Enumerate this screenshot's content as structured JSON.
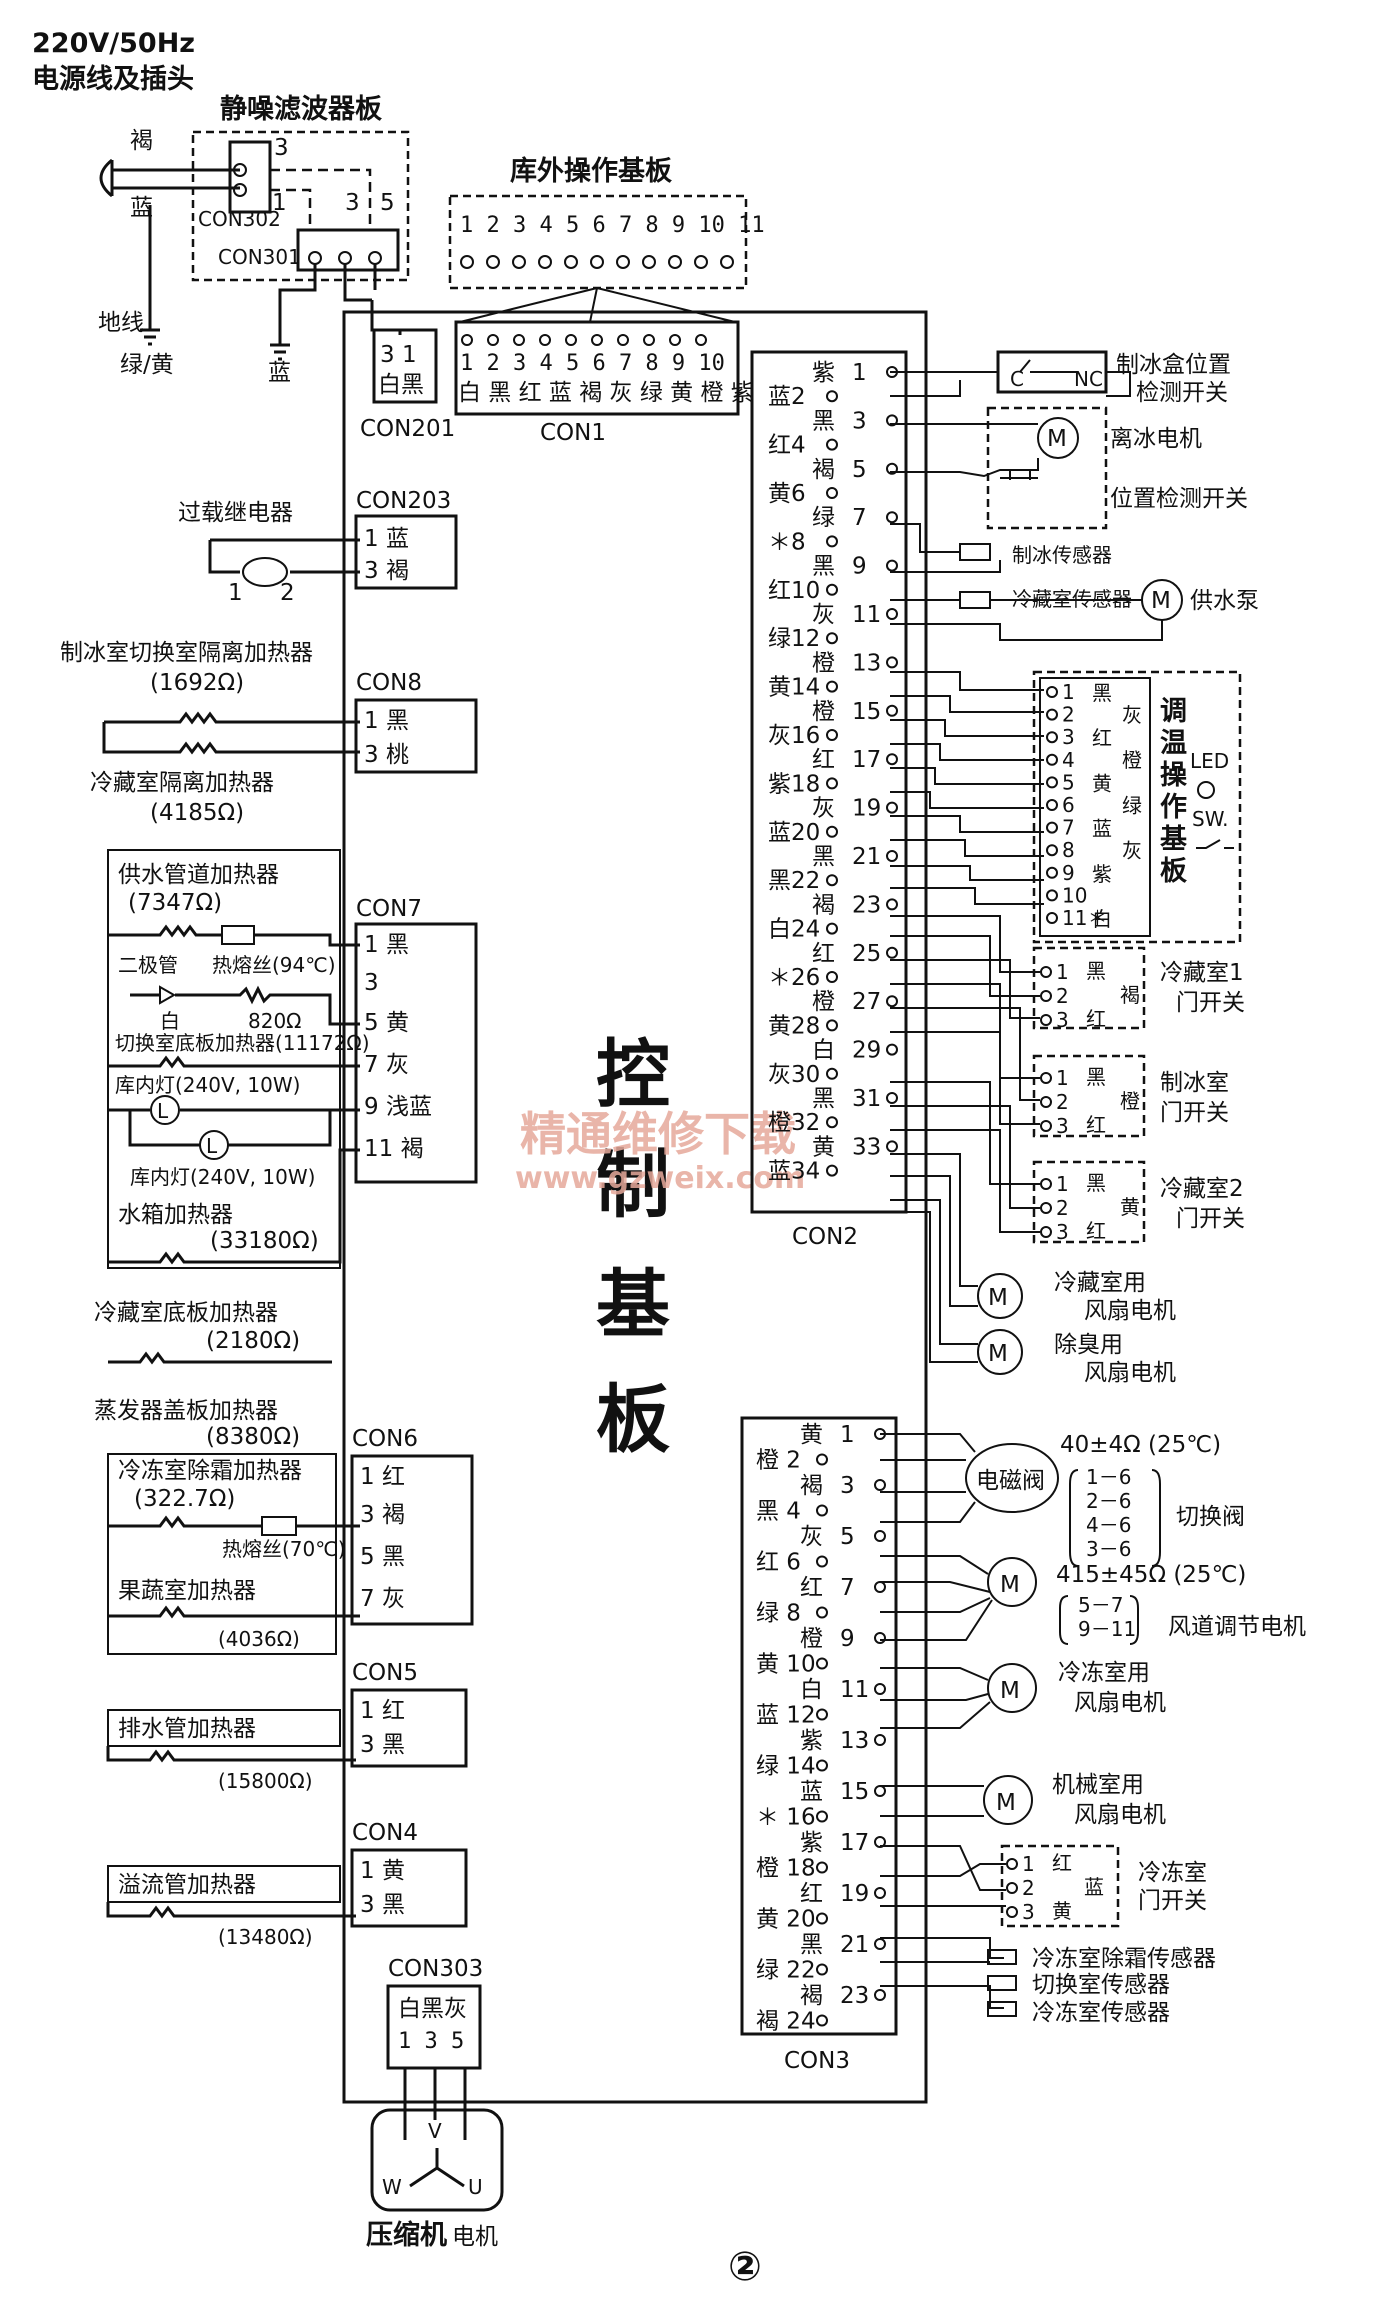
{
  "power": {
    "spec": "220V/50Hz",
    "label": "电源线及插头",
    "brown": "褐",
    "blue": "蓝",
    "ground": "地线",
    "ground_color": "绿/黄",
    "blue2": "蓝"
  },
  "filter": {
    "title": "静噪滤波器板",
    "con302": "CON302",
    "con301": "CON301",
    "pin3": "3",
    "pin1": "1",
    "pin3b": "3",
    "pin5": "5"
  },
  "outer_panel": {
    "title": "库外操作基板",
    "pins": "1 2 3 4 5 6 7 8 9 10 11"
  },
  "con1": {
    "name": "CON1",
    "pins": "1 2 3 4 5 6 7 8 9 10",
    "colors": "白 黑 红 蓝 褐 灰 绿 黄 橙 紫"
  },
  "con201": {
    "name": "CON201",
    "pins": "3 1",
    "colors": "白黑"
  },
  "con203": {
    "name": "CON203",
    "label": "过载继电器",
    "p1": "1 蓝",
    "p3": "3 褐",
    "t1": "1",
    "t2": "2"
  },
  "con8": {
    "name": "CON8",
    "h1": "制冰室切换室隔离加热器",
    "h1r": "(1692Ω)",
    "h2": "冷藏室隔离加热器",
    "h2r": "(4185Ω)",
    "p1": "1 黑",
    "p3": "3 桃"
  },
  "con7": {
    "name": "CON7",
    "supply": "供水管道加热器",
    "supply_r": "(7347Ω)",
    "diode": "二极管",
    "fuse": "热熔丝(94℃)",
    "white": "白",
    "r820": "820Ω",
    "switch_heater": "切换室底板加热器(11172Ω)",
    "lamp1": "库内灯(240V, 10W)",
    "lamp2": "库内灯(240V, 10W)",
    "tank": "水箱加热器",
    "tank_r": "(33180Ω)",
    "p1": "1 黑",
    "p3": "3",
    "p5": "5 黄",
    "p7": "7 灰",
    "p9": "9 浅蓝",
    "p11": "11 褐",
    "L": "L"
  },
  "con6": {
    "name": "CON6",
    "h1": "冷藏室底板加热器",
    "h1r": "(2180Ω)",
    "h2": "蒸发器盖板加热器",
    "h2r": "(8380Ω)",
    "h3": "冷冻室除霜加热器",
    "h3r": "(322.7Ω)",
    "fuse": "热熔丝(70℃)",
    "h4": "果蔬室加热器",
    "h4r": "(4036Ω)",
    "p1": "1 红",
    "p3": "3 褐",
    "p5": "5 黑",
    "p7": "7 灰"
  },
  "con5": {
    "name": "CON5",
    "h": "排水管加热器",
    "hr": "(15800Ω)",
    "p1": "1 红",
    "p3": "3 黑"
  },
  "con4": {
    "name": "CON4",
    "h": "溢流管加热器",
    "hr": "(13480Ω)",
    "p1": "1 黄",
    "p3": "3 黑"
  },
  "con303": {
    "name": "CON303",
    "colors": "白黑灰",
    "pins": "1 3 5",
    "V": "V",
    "W": "W",
    "U": "U",
    "motor": "压缩机",
    "motor2": "电机"
  },
  "board": {
    "c1": "控",
    "c2": "制",
    "c3": "基",
    "c4": "板"
  },
  "watermark": {
    "cn": "精通维修下载",
    "url": "www.gzweix.com"
  },
  "con2": {
    "name": "CON2",
    "left": [
      {
        "n": "2",
        "c": "蓝"
      },
      {
        "n": "4",
        "c": "红"
      },
      {
        "n": "6",
        "c": "黄"
      },
      {
        "n": "8",
        "c": "＊"
      },
      {
        "n": "10",
        "c": "红"
      },
      {
        "n": "12",
        "c": "绿"
      },
      {
        "n": "14",
        "c": "黄"
      },
      {
        "n": "16",
        "c": "灰"
      },
      {
        "n": "18",
        "c": "紫"
      },
      {
        "n": "20",
        "c": "蓝"
      },
      {
        "n": "22",
        "c": "黑"
      },
      {
        "n": "24",
        "c": "白"
      },
      {
        "n": "26",
        "c": "＊"
      },
      {
        "n": "28",
        "c": "黄"
      },
      {
        "n": "30",
        "c": "灰"
      },
      {
        "n": "32",
        "c": "橙"
      },
      {
        "n": "34",
        "c": "蓝"
      }
    ],
    "right": [
      {
        "n": "1",
        "c": "紫"
      },
      {
        "n": "3",
        "c": "黑"
      },
      {
        "n": "5",
        "c": "褐"
      },
      {
        "n": "7",
        "c": "绿"
      },
      {
        "n": "9",
        "c": "黑"
      },
      {
        "n": "11",
        "c": "灰"
      },
      {
        "n": "13",
        "c": "橙"
      },
      {
        "n": "15",
        "c": "橙"
      },
      {
        "n": "17",
        "c": "红"
      },
      {
        "n": "19",
        "c": "灰"
      },
      {
        "n": "21",
        "c": "黑"
      },
      {
        "n": "23",
        "c": "褐"
      },
      {
        "n": "25",
        "c": "红"
      },
      {
        "n": "27",
        "c": "橙"
      },
      {
        "n": "29",
        "c": "白"
      },
      {
        "n": "31",
        "c": "黑"
      },
      {
        "n": "33",
        "c": "黄"
      }
    ]
  },
  "con2_parts": {
    "ice_pos": "制冰盒位置",
    "ice_pos2": "检测开关",
    "C": "C",
    "NC": "NC",
    "ice_motor": "离冰电机",
    "pos_sw": "位置检测开关",
    "M": "M",
    "ice_sensor": "制冰传感器",
    "fridge_sensor": "冷藏室传感器",
    "pump": "供水泵",
    "temp_board": "调温操作基板",
    "led": "LED",
    "sw": "SW.",
    "temp_pins": [
      "1",
      "2",
      "3",
      "4",
      "5",
      "6",
      "7",
      "8",
      "9",
      "10",
      "11＊"
    ],
    "temp_colors": [
      "黑",
      "红",
      "黄",
      "蓝",
      "紫",
      "白"
    ],
    "temp_colors2": [
      "灰",
      "橙",
      "绿",
      "灰"
    ],
    "door1": "冷藏室1",
    "door1b": "门开关",
    "door2": "制冰室",
    "door2b": "门开关",
    "door3": "冷藏室2",
    "door3b": "门开关",
    "d_pins": [
      "1",
      "2",
      "3"
    ],
    "d1c": [
      "黑",
      "褐",
      "红"
    ],
    "d2c": [
      "黑",
      "橙",
      "红"
    ],
    "d3c": [
      "黑",
      "黄",
      "红"
    ],
    "fan1": "冷藏室用",
    "fan1b": "风扇电机",
    "fan2": "除臭用",
    "fan2b": "风扇电机"
  },
  "con3": {
    "name": "CON3",
    "left": [
      {
        "n": "2",
        "c": "橙"
      },
      {
        "n": "4",
        "c": "黑"
      },
      {
        "n": "6",
        "c": "红"
      },
      {
        "n": "8",
        "c": "绿"
      },
      {
        "n": "10",
        "c": "黄"
      },
      {
        "n": "12",
        "c": "蓝"
      },
      {
        "n": "14",
        "c": "绿"
      },
      {
        "n": "16",
        "c": "＊"
      },
      {
        "n": "18",
        "c": "橙"
      },
      {
        "n": "20",
        "c": "黄"
      },
      {
        "n": "22",
        "c": "绿"
      },
      {
        "n": "24",
        "c": "褐"
      }
    ],
    "right": [
      {
        "n": "1",
        "c": "黄"
      },
      {
        "n": "3",
        "c": "褐"
      },
      {
        "n": "5",
        "c": "灰"
      },
      {
        "n": "7",
        "c": "红"
      },
      {
        "n": "9",
        "c": "橙"
      },
      {
        "n": "11",
        "c": "白"
      },
      {
        "n": "13",
        "c": "紫"
      },
      {
        "n": "15",
        "c": "蓝"
      },
      {
        "n": "17",
        "c": "紫"
      },
      {
        "n": "19",
        "c": "红"
      },
      {
        "n": "21",
        "c": "黑"
      },
      {
        "n": "23",
        "c": "褐"
      }
    ]
  },
  "con3_parts": {
    "valve": "电磁阀",
    "valve_r": "40±4Ω (25℃)",
    "valve_pairs": [
      "1－6",
      "2－6",
      "4－6",
      "3－6"
    ],
    "valve_name": "切换阀",
    "damper_r": "415±45Ω (25℃)",
    "damper_pairs": [
      "5－7",
      "9－11"
    ],
    "damper_name": "风道调节电机",
    "fan1": "冷冻室用",
    "fan1b": "风扇电机",
    "fan2": "机械室用",
    "fan2b": "风扇电机",
    "M": "M",
    "door": "冷冻室",
    "doorb": "门开关",
    "d_pins": [
      "1",
      "2",
      "3"
    ],
    "dc": [
      "红",
      "蓝",
      "黄"
    ],
    "s1": "冷冻室除霜传感器",
    "s2": "切换室传感器",
    "s3": "冷冻室传感器"
  },
  "page_mark": "②"
}
